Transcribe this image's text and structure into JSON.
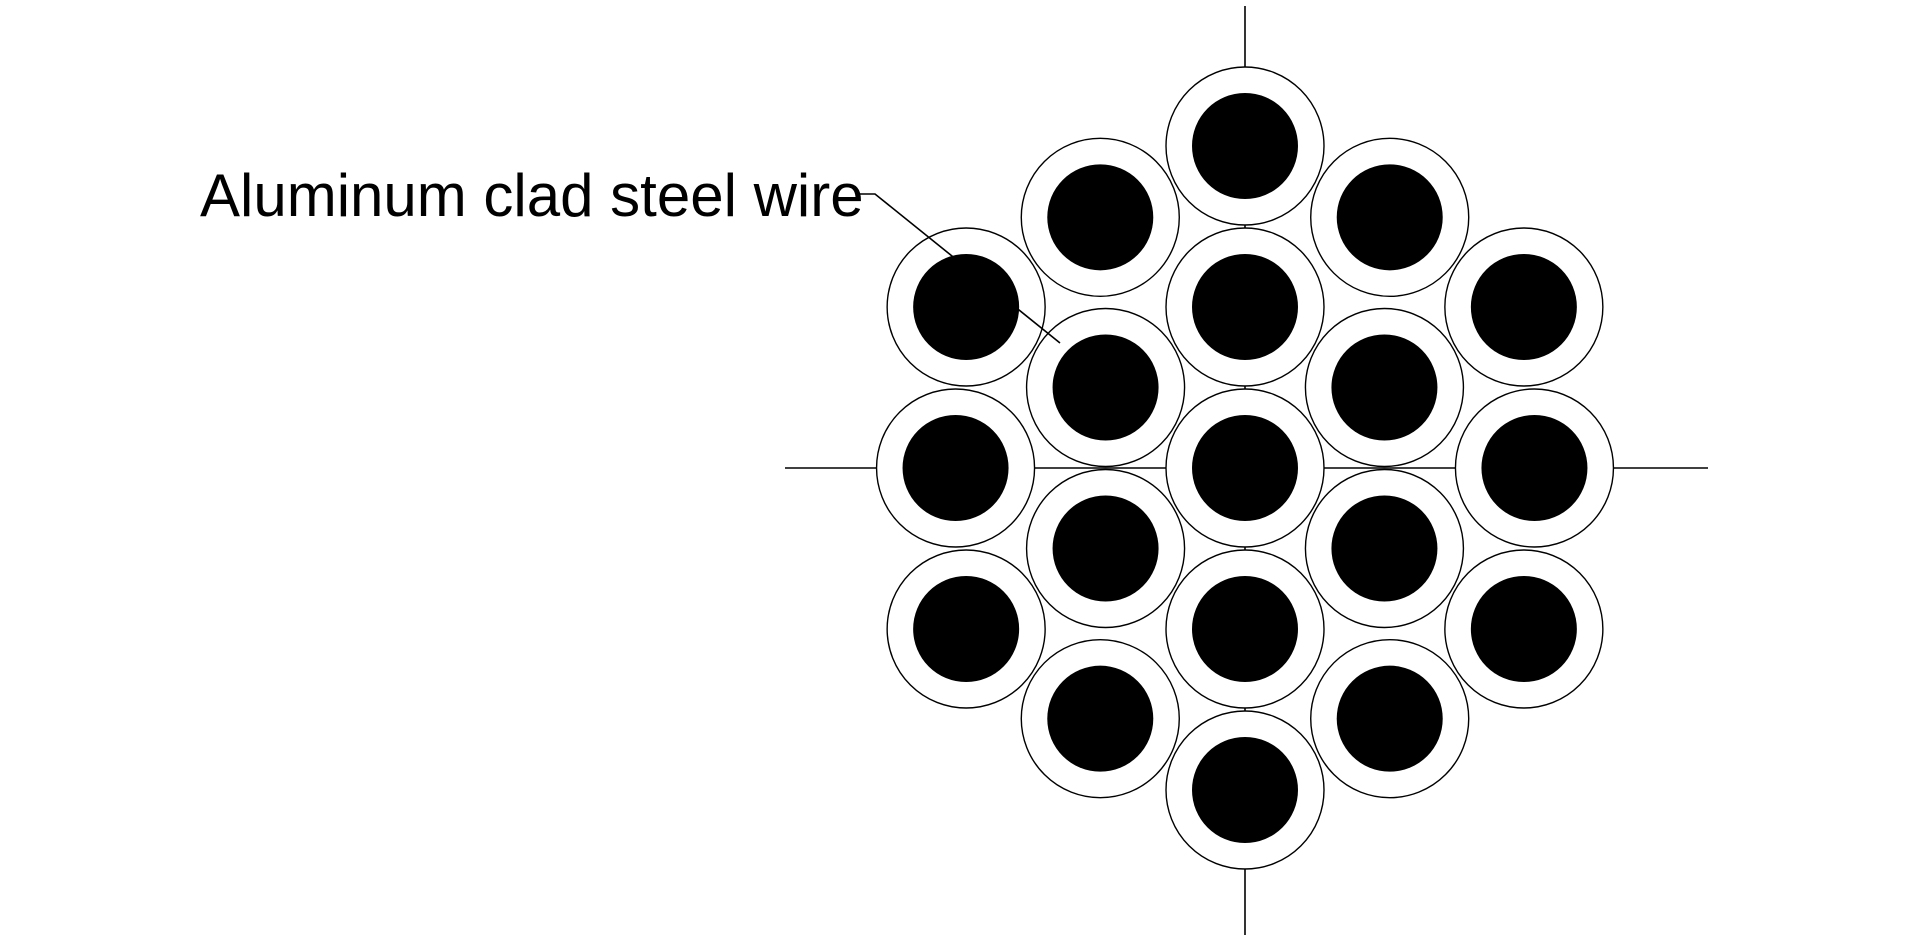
{
  "diagram": {
    "callout_label": "Aluminum clad steel wire",
    "colors": {
      "background": "#ffffff",
      "steel_core": "#000000",
      "aluminum_cladding": "#ffffff",
      "outline": "#000000"
    },
    "strand_count": 19,
    "layers": [
      {
        "layer": "center",
        "strands": 1
      },
      {
        "layer": "inner",
        "strands": 6
      },
      {
        "layer": "outer",
        "strands": 12
      }
    ]
  }
}
